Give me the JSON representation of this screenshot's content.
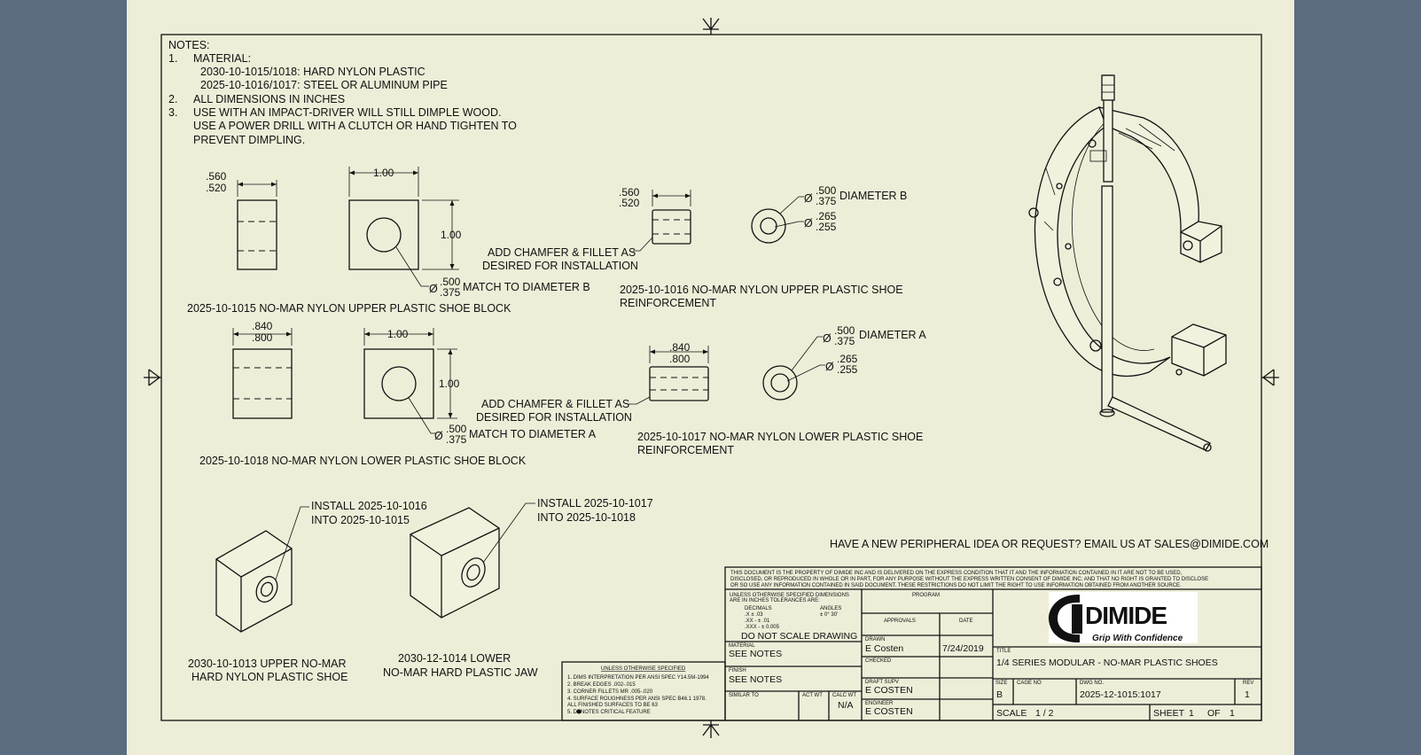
{
  "notes": {
    "heading": "NOTES:",
    "n1_num": "1.",
    "n1": "MATERIAL:",
    "n1a": "2030-10-1015/1018: HARD NYLON PLASTIC",
    "n1b": "2025-10-1016/1017: STEEL OR ALUMINUM PIPE",
    "n2_num": "2.",
    "n2": "ALL DIMENSIONS IN INCHES",
    "n3_num": "3.",
    "n3a": "USE WITH AN IMPACT-DRIVER WILL STILL DIMPLE WOOD.",
    "n3b": "USE A POWER DRILL WITH A CLUTCH OR HAND TIGHTEN TO",
    "n3c": "PREVENT DIMPLING."
  },
  "dims": {
    "d560": ".560",
    "d520": ".520",
    "d100": "1.00",
    "d840": ".840",
    "d800": ".800",
    "d500": ".500",
    "d375": ".375",
    "d265": ".265",
    "d255": ".255",
    "phi": "Ø"
  },
  "labels": {
    "match_b": "MATCH TO DIAMETER B",
    "match_a": "MATCH TO DIAMETER A",
    "diameter_b": "DIAMETER B",
    "diameter_a": "DIAMETER A",
    "chamfer1": "ADD CHAMFER & FILLET AS",
    "chamfer2": "DESIRED FOR INSTALLATION",
    "part1015": "2025-10-1015 NO-MAR NYLON UPPER PLASTIC SHOE BLOCK",
    "part1018": "2025-10-1018 NO-MAR NYLON LOWER PLASTIC SHOE BLOCK",
    "part1016a": "2025-10-1016 NO-MAR NYLON UPPER PLASTIC SHOE",
    "part1016b": "REINFORCEMENT",
    "part1017a": "2025-10-1017 NO-MAR NYLON LOWER PLASTIC SHOE",
    "part1017b": "REINFORCEMENT",
    "install1a": "INSTALL 2025-10-1016",
    "install1b": "INTO 2025-10-1015",
    "install2a": "INSTALL 2025-10-1017",
    "install2b": "INTO 2025-10-1018",
    "shoe1a": "2030-10-1013 UPPER NO-MAR",
    "shoe1b": "HARD NYLON PLASTIC SHOE",
    "shoe2a": "2030-12-1014 LOWER",
    "shoe2b": "NO-MAR HARD PLASTIC JAW",
    "email": "HAVE A NEW PERIPHERAL IDEA OR REQUEST? EMAIL US AT SALES@DIMIDE.COM"
  },
  "spec": {
    "title": "UNLESS OTHERWISE SPECIFIED",
    "l1": "1.  DIMS INTERPRETATION PER ANSI SPEC Y14.5M-1994",
    "l2": "2.  BREAK EDGES .002-.015",
    "l3": "3.  CORNER FILLETS MR .005-.020",
    "l4": "4.  SURFACE ROUGHNESS PER ANSI SPEC B46.1 1978.",
    "l4b": "     ALL FINISHED SURFACES TO BE 63",
    "l5": "5.     DENOTES CRITICAL FEATURE"
  },
  "titleblock": {
    "disclaimer1": "THIS DOCUMENT IS THE PROPERTY OF DIMIDE INC AND IS DELIVERED ON THE EXPRESS CONDITION THAT IT AND THE INFORMATION CONTAINED IN IT ARE NOT TO BE USED,",
    "disclaimer2": "DISCLOSED, OR REPRODUCED IN WHOLE OR IN PART, FOR ANY PURPOSE WITHOUT THE EXPRESS WRITTEN CONSENT OF DIMIDE INC; AND THAT NO RIGHT IS GRANTED TO DISCLOSE",
    "disclaimer3": "OR SO USE ANY INFORMATION CONTAINED IN SAID DOCUMENT. THESE RESTRICTIONS DO NOT LIMIT THE RIGHT TO USE INFORMATION OBTAINED FROM ANOTHER SOURCE.",
    "tol1": "UNLESS OTHERWISE SPECIFIED DIMENSIONS",
    "tol2": "ARE IN INCHES TOLERANCES ARE:",
    "tol_dec": "DECIMALS",
    "tol_ang": "ANGLES",
    "tol_ang_v": "± 0° 30'",
    "tol_x": ".X      ± .03",
    "tol_xx": ".XX  -  ± .01",
    "tol_xxx": ".XXX -  ± 0.005",
    "noscale": "DO NOT SCALE DRAWING",
    "material_lbl": "MATERIAL",
    "material": "SEE NOTES",
    "finish_lbl": "FINISH",
    "finish": "SEE NOTES",
    "similar_lbl": "SIMILAR TO",
    "actwt_lbl": "ACT WT",
    "calcwt_lbl": "CALC WT",
    "calcwt": "N/A",
    "program_lbl": "PROGRAM",
    "approvals_lbl": "APPROVALS",
    "date_lbl": "DATE",
    "drawn_lbl": "DRAWN",
    "drawn": "E Costen",
    "drawn_date": "7/24/2019",
    "checked_lbl": "CHECKED",
    "draftsupv_lbl": "DRAFT SUPV",
    "draftsupv": "E COSTEN",
    "engineer_lbl": "ENGINEER",
    "engineer": "E COSTEN",
    "title_lbl": "TITLE",
    "title": "1/4 SERIES MODULAR - NO-MAR PLASTIC SHOES",
    "size_lbl": "SIZE",
    "size": "B",
    "cage_lbl": "CAGE NO",
    "dwg_lbl": "DWG NO.",
    "dwg": "2025-12-1015:1017",
    "rev_lbl": "REV",
    "rev": "1",
    "scale_lbl": "SCALE",
    "scale": "1 / 2",
    "sheet_lbl": "SHEET",
    "sheet": "1",
    "of_lbl": "OF",
    "of": "1"
  },
  "logo": {
    "name": "DIMIDE",
    "tagline": "Grip With Confidence",
    "color": "#c8202e"
  }
}
